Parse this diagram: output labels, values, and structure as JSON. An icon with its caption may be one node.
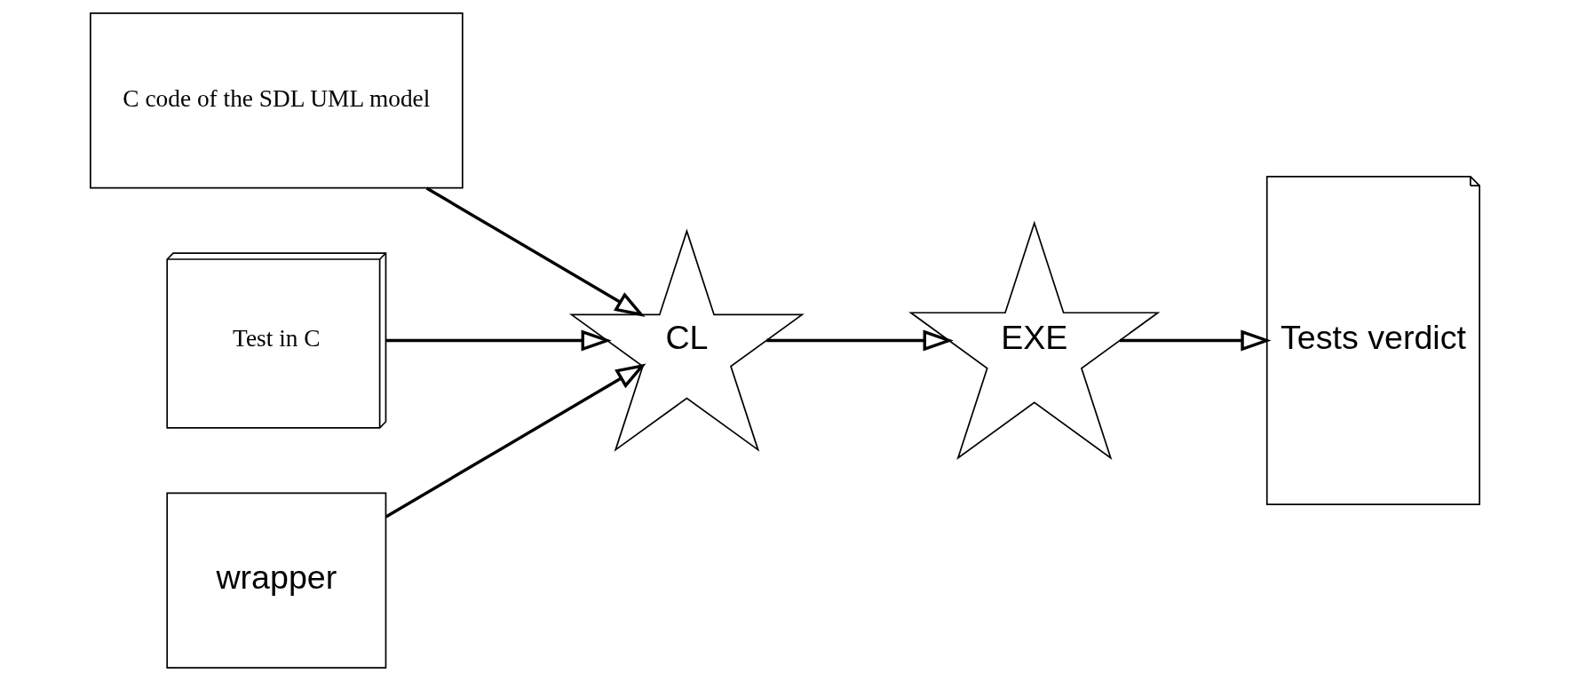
{
  "diagram": {
    "nodes": [
      {
        "text": [
          "C code of the SDL UML model"
        ]
      },
      {
        "text": [
          "Test in C"
        ]
      },
      {
        "text": [
          "wrapper"
        ]
      },
      {
        "text": [
          "CL"
        ]
      },
      {
        "text": [
          "EXE"
        ]
      },
      {
        "text": [
          "Tests verdict"
        ]
      }
    ],
    "edges": [
      {
        "from": 0,
        "to": 3,
        "arrow": "to"
      },
      {
        "from": 1,
        "to": 3,
        "arrow": "to"
      },
      {
        "from": 2,
        "to": 3,
        "arrow": "to"
      },
      {
        "from": 3,
        "to": 4,
        "arrow": "to"
      },
      {
        "from": 4,
        "to": 5,
        "arrow": "to"
      }
    ]
  }
}
